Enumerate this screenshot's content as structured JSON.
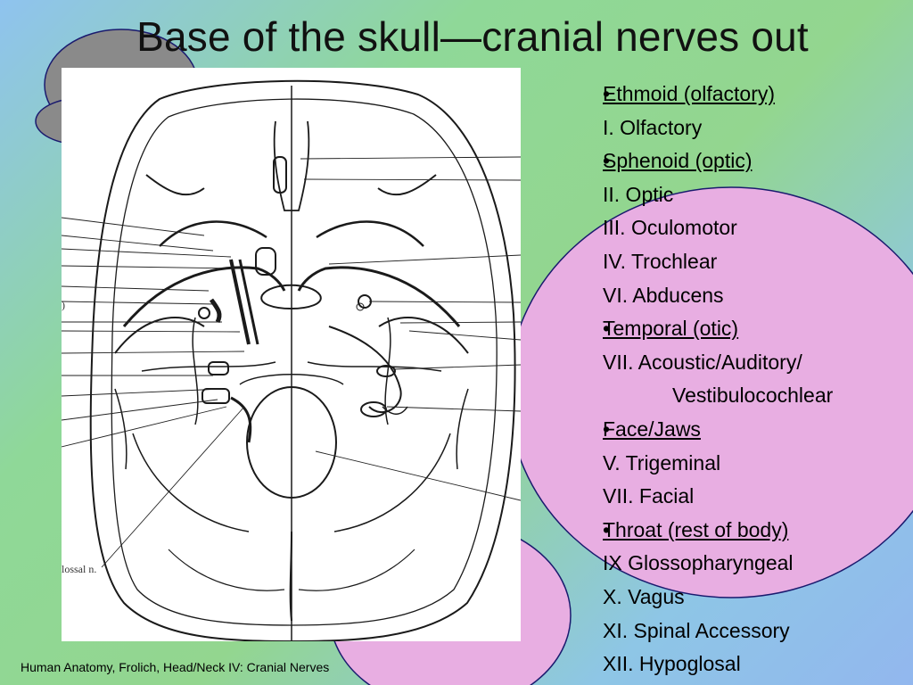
{
  "slide": {
    "title": "Base of the skull—cranial nerves out",
    "footer": "Human Anatomy, Frolich, Head/Neck IV:  Cranial Nerves",
    "colors": {
      "pink_shape": "#e8aee2",
      "gray_shape": "#8a8a8a",
      "shape_border": "#1a1a6e"
    }
  },
  "figure": {
    "label_fragments": [
      ")",
      "lossal n."
    ]
  },
  "groups": [
    {
      "bullet": "•",
      "heading": "Ethmoid (olfactory)",
      "nerves": [
        "I. Olfactory"
      ]
    },
    {
      "bullet": "•",
      "heading": "Sphenoid (optic)",
      "nerves": [
        "II. Optic",
        "III. Oculomotor",
        "IV. Trochlear",
        "VI. Abducens"
      ]
    },
    {
      "bullet": "•",
      "heading": "Temporal (otic)",
      "nerves": [
        "VII. Acoustic/Auditory/"
      ],
      "continuation": "Vestibulocochlear"
    },
    {
      "bullet": "•",
      "heading": "Face/Jaws",
      "nerves": [
        "V. Trigeminal",
        "VII. Facial"
      ]
    },
    {
      "bullet": "•",
      "heading": "Throat (rest of body)",
      "nerves": [
        "IX Glossopharyngeal",
        "X. Vagus",
        "XI. Spinal Accessory",
        "XII. Hypoglosal"
      ]
    }
  ]
}
